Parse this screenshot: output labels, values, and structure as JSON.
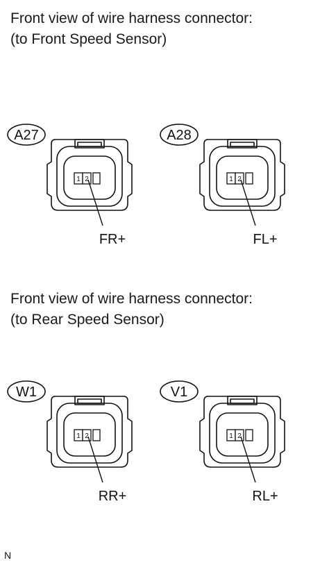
{
  "sections": [
    {
      "heading_line1": "Front view of wire harness connector:",
      "heading_line2": "(to Front Speed Sensor)",
      "connectors": [
        {
          "code": "A27",
          "pins": [
            "1",
            "2"
          ],
          "signal": "FR+"
        },
        {
          "code": "A28",
          "pins": [
            "1",
            "2"
          ],
          "signal": "FL+"
        }
      ]
    },
    {
      "heading_line1": "Front view of wire harness connector:",
      "heading_line2": "(to Rear Speed Sensor)",
      "connectors": [
        {
          "code": "W1",
          "pins": [
            "1",
            "2"
          ],
          "signal": "RR+"
        },
        {
          "code": "V1",
          "pins": [
            "1",
            "2"
          ],
          "signal": "RL+"
        }
      ]
    }
  ],
  "footer": "N"
}
